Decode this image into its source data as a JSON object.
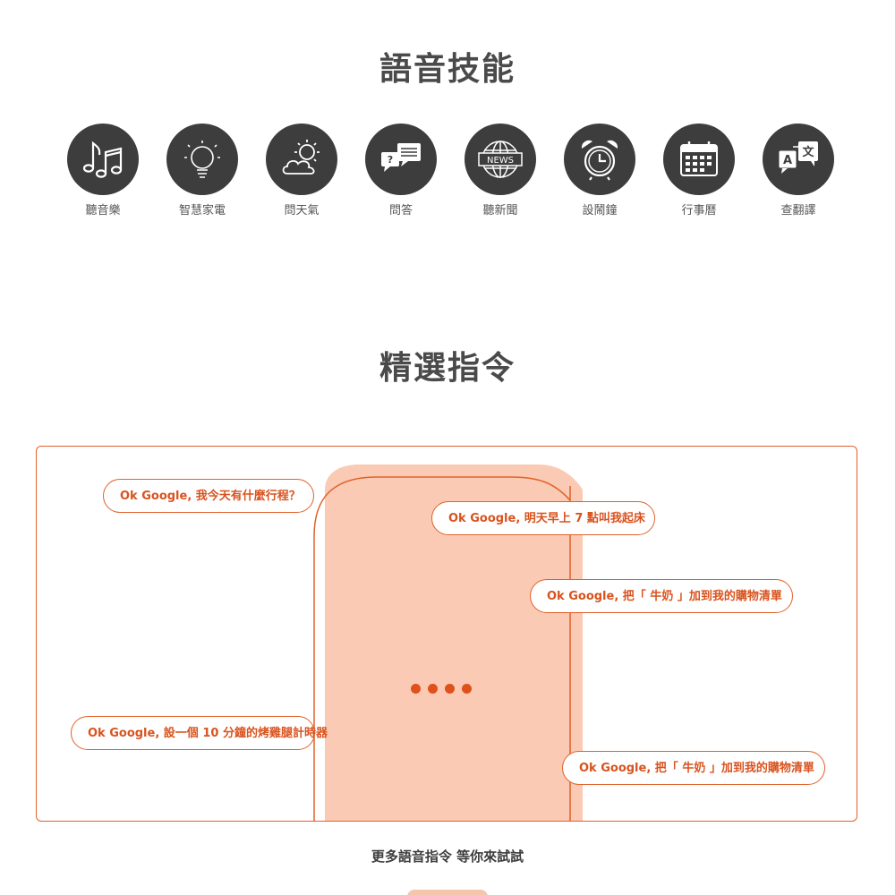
{
  "skills": {
    "title": "語音技能",
    "items": [
      {
        "label": "聽音樂",
        "icon": "music-notes-icon"
      },
      {
        "label": "智慧家電",
        "icon": "light-bulb-icon"
      },
      {
        "label": "問天氣",
        "icon": "weather-sun-cloud-icon"
      },
      {
        "label": "問答",
        "icon": "question-chat-icon"
      },
      {
        "label": "聽新聞",
        "icon": "news-globe-icon"
      },
      {
        "label": "設鬧鐘",
        "icon": "alarm-clock-icon"
      },
      {
        "label": "行事曆",
        "icon": "calendar-icon"
      },
      {
        "label": "查翻譯",
        "icon": "translate-icon"
      }
    ],
    "news_icon_text": "NEWS",
    "translate_icon_latin": "A",
    "translate_icon_cjk": "文",
    "qa_icon_mark": "?"
  },
  "commands": {
    "title": "精選指令",
    "bubbles": [
      "Ok Google, 我今天有什麼行程？",
      "Ok Google, 明天早上 7 點叫我起床",
      "Ok Google, 把「 牛奶 」加到我的購物清單",
      "Ok Google, 設一個 10 分鐘的烤雞腿計時器",
      "Ok Google, 把「 牛奶 」加到我的購物清單"
    ],
    "more_link": "更多語音指令 等你來試試"
  },
  "colors": {
    "accent": "#e0622a",
    "accent_text": "#d9531e",
    "device_fill": "#fbcab4",
    "icon_circle": "#3d3d3d",
    "heading": "#4a4a4a"
  }
}
